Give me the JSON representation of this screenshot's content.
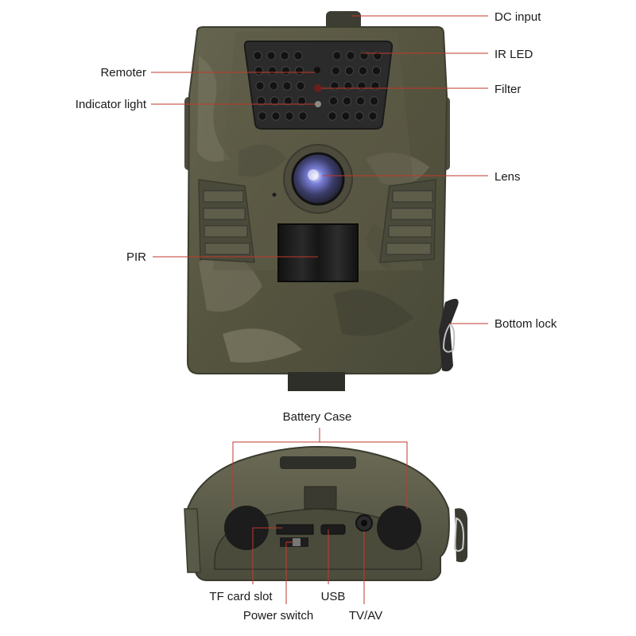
{
  "labels": {
    "dc_input": "DC input",
    "ir_led": "IR LED",
    "remoter": "Remoter",
    "filter": "Filter",
    "indicator_light": "Indicator light",
    "lens": "Lens",
    "pir": "PIR",
    "bottom_lock": "Bottom lock",
    "battery_case": "Battery Case",
    "tf_card_slot": "TF card slot",
    "usb": "USB",
    "power_switch": "Power switch",
    "tv_av": "TV/AV"
  },
  "colors": {
    "callout_line": "#c0392b",
    "camo_base": "#5a5a48",
    "camo_dark": "#3f3f32",
    "camo_light": "#7a7862",
    "lens_blue": "#6a6fc8"
  }
}
